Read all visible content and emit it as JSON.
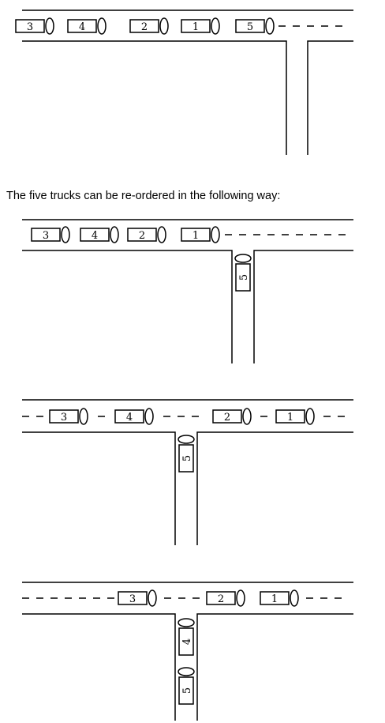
{
  "caption": "The five trucks can be re-ordered in the following way:",
  "colors": {
    "ink": "#000000",
    "paper": "#ffffff"
  },
  "panels": [
    {
      "main_trucks": [
        "3",
        "4",
        "2",
        "1",
        "5"
      ],
      "siding_trucks": []
    },
    {
      "main_trucks": [
        "3",
        "4",
        "2",
        "1"
      ],
      "siding_trucks": [
        "5"
      ]
    },
    {
      "main_trucks": [
        "3",
        "4",
        "2",
        "1"
      ],
      "siding_trucks": [
        "5"
      ]
    },
    {
      "main_trucks": [
        "3",
        "2",
        "1"
      ],
      "siding_trucks": [
        "4",
        "5"
      ]
    }
  ]
}
